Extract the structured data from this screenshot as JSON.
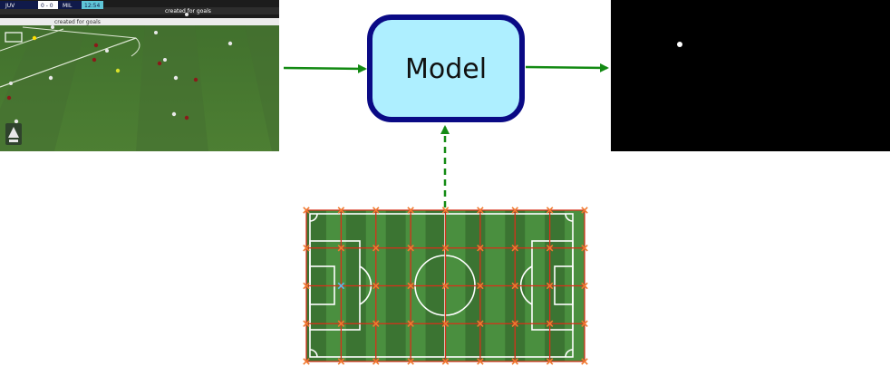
{
  "model": {
    "label": "Model"
  },
  "scoreboard": {
    "home": "JUV",
    "score": "0 - 0",
    "away": "MIL",
    "clock": "12:54"
  },
  "ad_boards": [
    "created for goals",
    "created for goals"
  ],
  "colors": {
    "arrow": "#138a13",
    "model_fill": "#aeefff",
    "model_border": "#0a0a85",
    "pitch_light": "#4a8f3f",
    "pitch_dark": "#3b7432",
    "grid_line": "#d8301a",
    "grid_marker": "#f07a30",
    "highlight_marker": "#5fb7e8",
    "heatmap_bg": "#000000",
    "heatmap_dot": "#ffffff"
  },
  "icons": {
    "league_logo": "serie-a-logo"
  },
  "grid": {
    "columns": 8,
    "rows": 4,
    "highlight": {
      "col": 1,
      "row": 2
    }
  }
}
